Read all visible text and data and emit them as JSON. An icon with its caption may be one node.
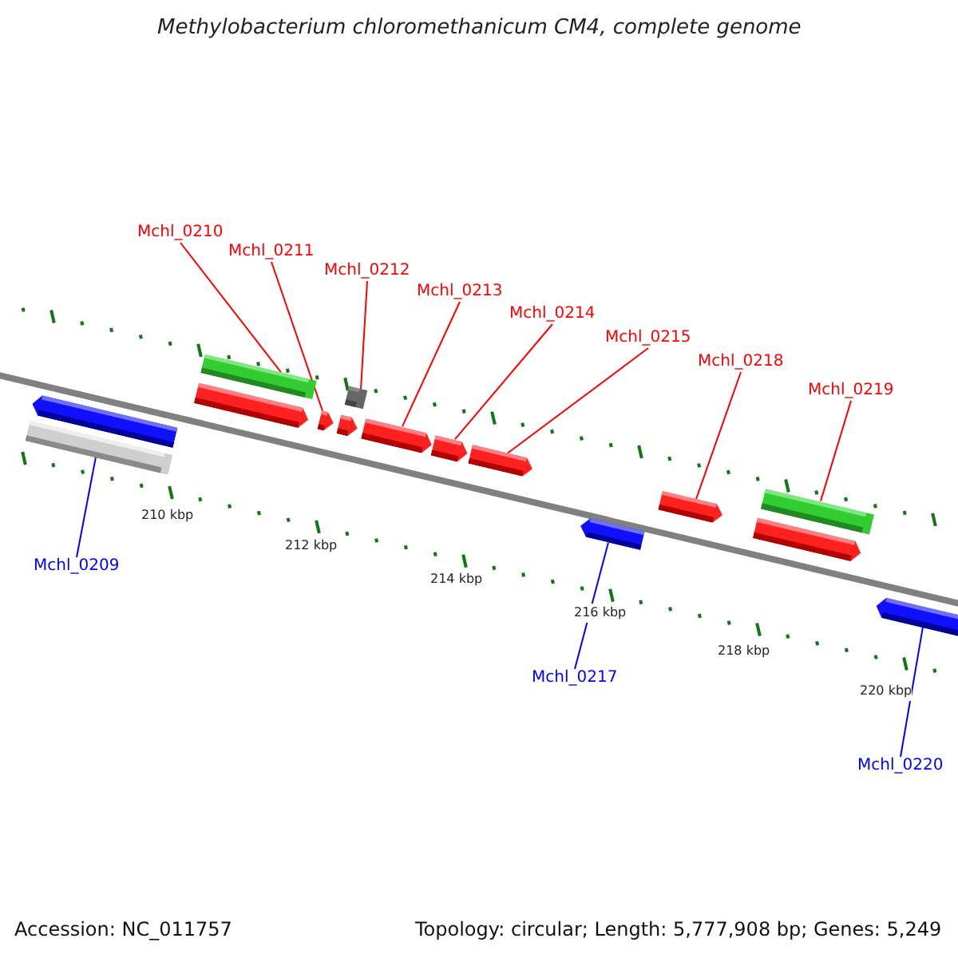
{
  "diagram": {
    "title": "Methylobacterium chloromethanicum CM4, complete genome",
    "nodes": [
      {
        "text": [
          "Mchl_0210"
        ]
      },
      {
        "text": [
          "Mchl_0211"
        ]
      },
      {
        "text": [
          "Mchl_0212"
        ]
      },
      {
        "text": [
          "Mchl_0213"
        ]
      },
      {
        "text": [
          "Mchl_0214"
        ]
      },
      {
        "text": [
          "Mchl_0215"
        ]
      },
      {
        "text": [
          "Mchl_0218"
        ]
      },
      {
        "text": [
          "Mchl_0219"
        ]
      },
      {
        "text": [],
        "shape": "arrow"
      },
      {
        "text": [],
        "shape": "bar"
      },
      {
        "text": [],
        "shape": "bar"
      },
      {
        "text": [],
        "shape": "arrow"
      },
      {
        "text": [],
        "shape": "arrow"
      },
      {
        "text": [],
        "shape": "box"
      },
      {
        "text": [],
        "shape": "arrow"
      },
      {
        "text": [],
        "shape": "arrow"
      },
      {
        "text": [],
        "shape": "arrow"
      },
      {
        "text": [],
        "shape": "arrow"
      },
      {
        "text": [],
        "shape": "arrow"
      },
      {
        "text": [],
        "shape": "arrow"
      },
      {
        "text": [],
        "shape": "bar"
      },
      {
        "text": [],
        "shape": "arrow"
      },
      {
        "text": [],
        "shape": "arrow"
      },
      {
        "text": [
          "Mchl_0209"
        ]
      },
      {
        "text": [
          "Mchl_0217"
        ]
      },
      {
        "text": [
          "Mchl_0220"
        ]
      }
    ],
    "edges": [
      {
        "from": 0,
        "to": 10,
        "arrow": "none",
        "color": "#ff0000"
      },
      {
        "from": 1,
        "to": 12,
        "arrow": "none",
        "color": "#ff0000"
      },
      {
        "from": 2,
        "to": 13,
        "arrow": "none",
        "color": "#ff0000"
      },
      {
        "from": 3,
        "to": 15,
        "arrow": "none",
        "color": "#ff0000"
      },
      {
        "from": 4,
        "to": 16,
        "arrow": "none",
        "color": "#ff0000"
      },
      {
        "from": 5,
        "to": 17,
        "arrow": "none",
        "color": "#ff0000"
      },
      {
        "from": 6,
        "to": 19,
        "arrow": "none",
        "color": "#ff0000"
      },
      {
        "from": 7,
        "to": 20,
        "arrow": "none",
        "color": "#ff0000"
      },
      {
        "from": 23,
        "to": 9,
        "arrow": "none",
        "color": "#0000ff"
      },
      {
        "from": 24,
        "to": 18,
        "arrow": "none",
        "color": "#0000ff"
      },
      {
        "from": 25,
        "to": 22,
        "arrow": "none",
        "color": "#0000ff"
      }
    ],
    "labels": [
      "210 kbp",
      "212 kbp",
      "214 kbp",
      "216 kbp",
      "218 kbp",
      "220 kbp",
      "Accession: NC_011757",
      "Topology: circular; Length: 5,777,908 bp; Genes: 5,249"
    ]
  }
}
